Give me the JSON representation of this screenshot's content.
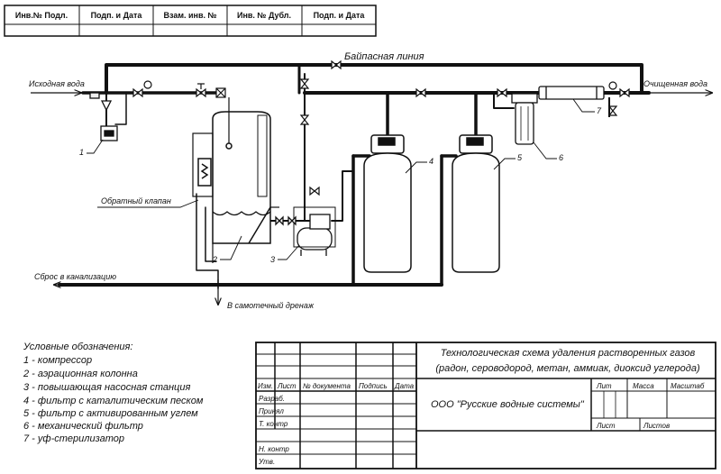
{
  "top_stamp": {
    "headers": [
      "Инв.№ Подл.",
      "Подп. и Дата",
      "Взам. инв. №",
      "Инв. № Дубл.",
      "Подп. и Дата"
    ]
  },
  "labels": {
    "bypass_line": "Байпасная линия",
    "inlet_water": "Исходная вода",
    "clean_water": "Очищенная вода",
    "check_valve": "Обратный клапан",
    "sewer_discharge": "Сброс в канализацию",
    "gravity_drain": "В самотечный дренаж"
  },
  "callouts": [
    "1",
    "2",
    "3",
    "4",
    "5",
    "6",
    "7"
  ],
  "legend": {
    "title": "Условные обозначения:",
    "items": [
      "1 - компрессор",
      "2 - аэрационная колонна",
      "3 - повышающая насосная станция",
      "4 - фильтр с каталитическим песком",
      "5 - фильтр с активированным углем",
      "6 - механический фильтр",
      "7 - уф-стерилизатор"
    ]
  },
  "title_block": {
    "drawing_title_line1": "Технологическая схема удаления растворенных газов",
    "drawing_title_line2": "(радон, сероводород, метан, аммиак, диоксид углерода)",
    "company": "ООО \"Русские водные системы\"",
    "col_izm": "Изм.",
    "col_list": "Лист",
    "col_doc": "№ документа",
    "col_sign": "Подпись",
    "col_date": "Дата",
    "row_razrab": "Разраб.",
    "row_prinyal": "Принял",
    "row_tkontr": "Т. контр",
    "row_nkontr": "Н. контр",
    "row_utv": "Утв.",
    "lit": "Лит",
    "mass": "Масса",
    "scale": "Масштаб",
    "sheet": "Лист",
    "sheets": "Листов"
  }
}
